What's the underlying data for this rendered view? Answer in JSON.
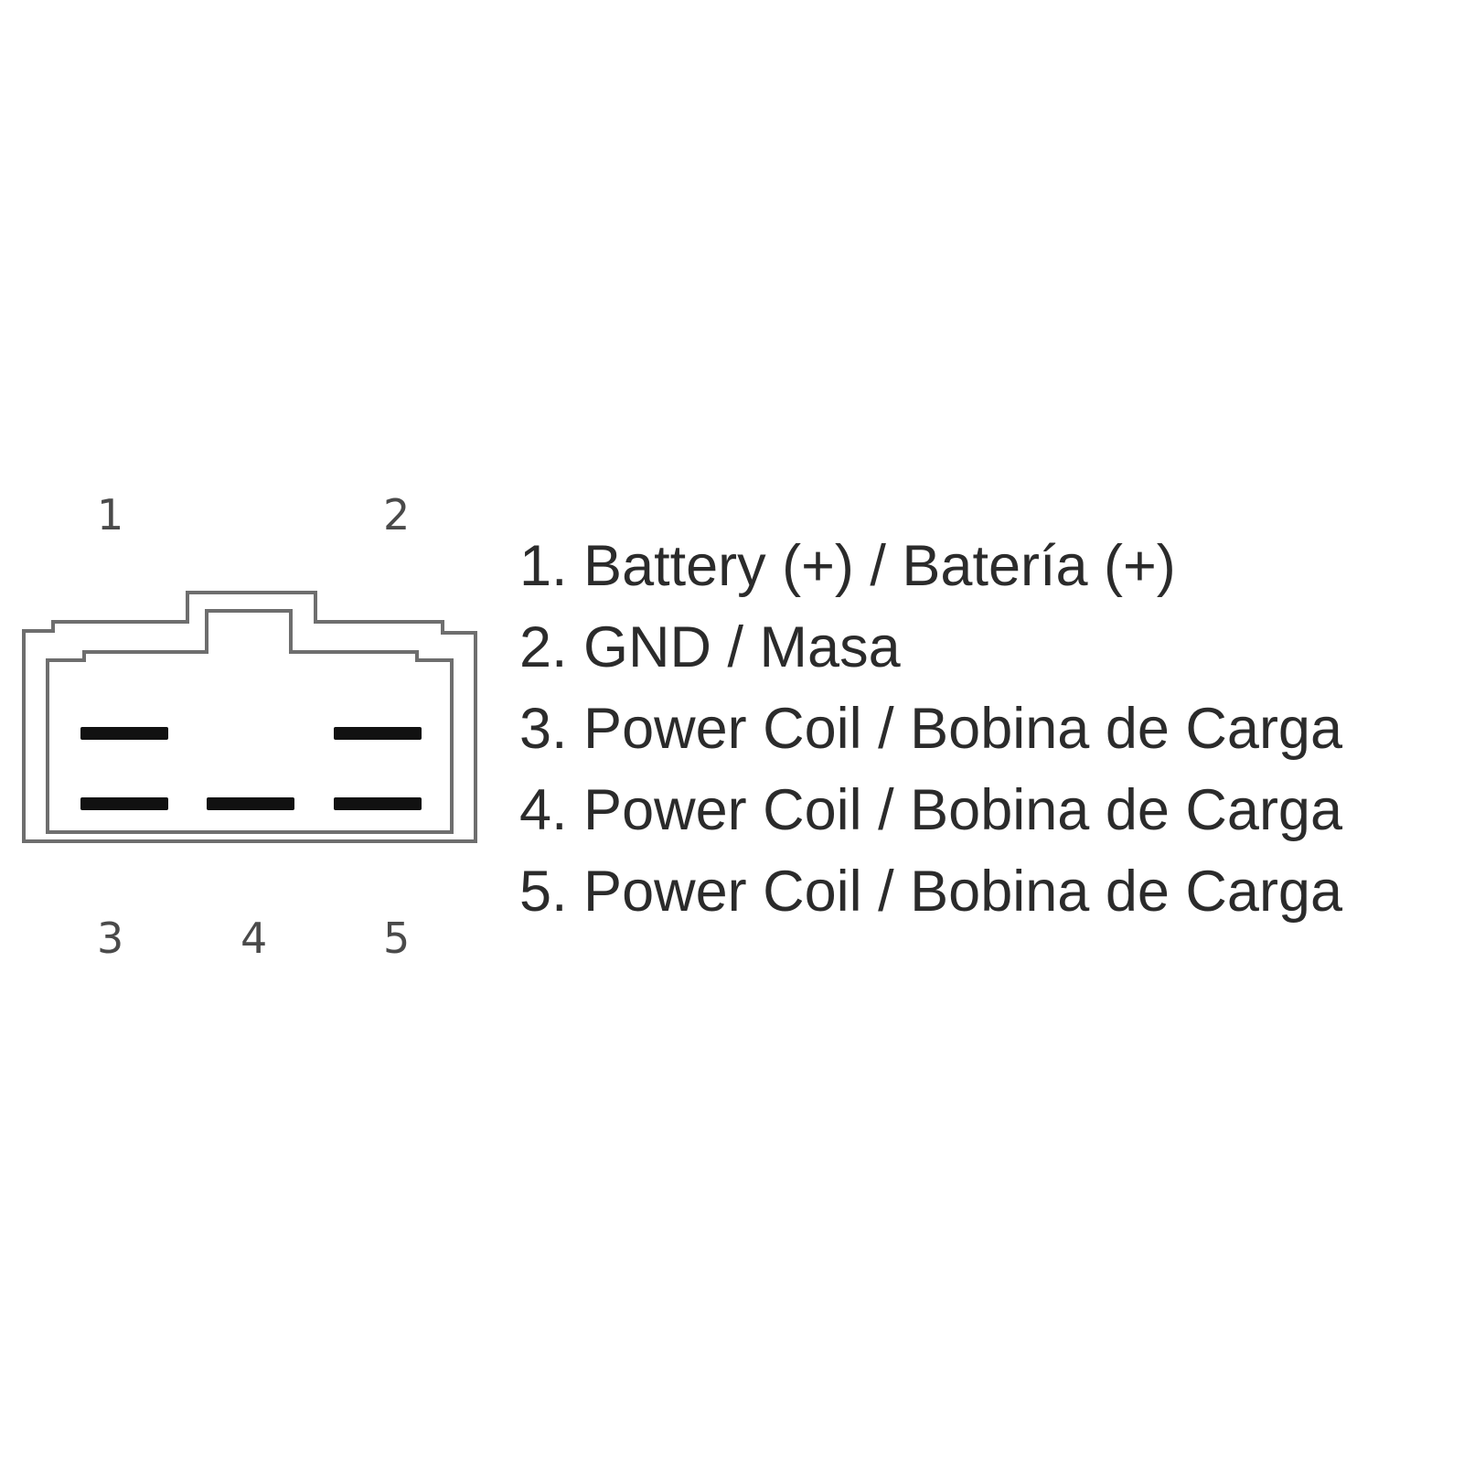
{
  "connector": {
    "top_pins": [
      "1",
      "2"
    ],
    "bottom_pins": [
      "3",
      "4",
      "5"
    ]
  },
  "legend": [
    "1. Battery (+) / Batería (+)",
    "2. GND / Masa",
    "3. Power Coil / Bobina de Carga",
    "4. Power Coil / Bobina de Carga",
    "5. Power Coil / Bobina de Carga"
  ],
  "colors": {
    "outline": "#6e6e6e",
    "terminal": "#111111",
    "text": "#2b2b2b"
  }
}
